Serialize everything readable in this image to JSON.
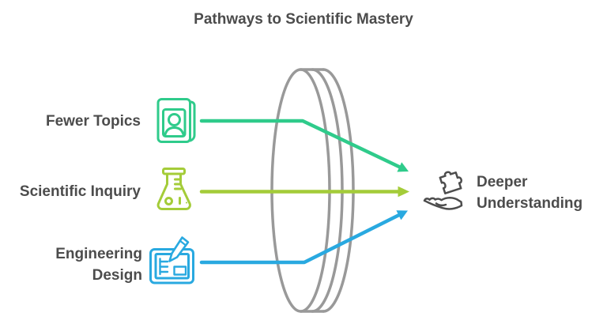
{
  "title": "Pathways to Scientific Mastery",
  "colors": {
    "background": "#ffffff",
    "text": "#4c4c4c",
    "green": "#2fcb8b",
    "lime": "#a4cc39",
    "blue": "#29a9e0",
    "gray": "#999999",
    "dark_icon": "#4d4d4d"
  },
  "inputs": [
    {
      "id": "fewer-topics",
      "label": "Fewer Topics",
      "lines": [
        "Fewer Topics"
      ],
      "color": "#2fcb8b",
      "icon": "book-person-icon"
    },
    {
      "id": "scientific-inquiry",
      "label": "Scientific Inquiry",
      "lines": [
        "Scientific Inquiry"
      ],
      "color": "#a4cc39",
      "icon": "flask-icon"
    },
    {
      "id": "engineering-design",
      "label": "Engineering Design",
      "lines": [
        "Engineering",
        "Design"
      ],
      "color": "#29a9e0",
      "icon": "blueprint-pencil-icon"
    }
  ],
  "lens": {
    "id": "converging-lens",
    "shape": "lens",
    "color": "#999999"
  },
  "output": {
    "id": "deeper-understanding",
    "label": "Deeper Understanding",
    "lines": [
      "Deeper",
      "Understanding"
    ],
    "color": "#4d4d4d",
    "icon": "hand-puzzle-icon"
  }
}
